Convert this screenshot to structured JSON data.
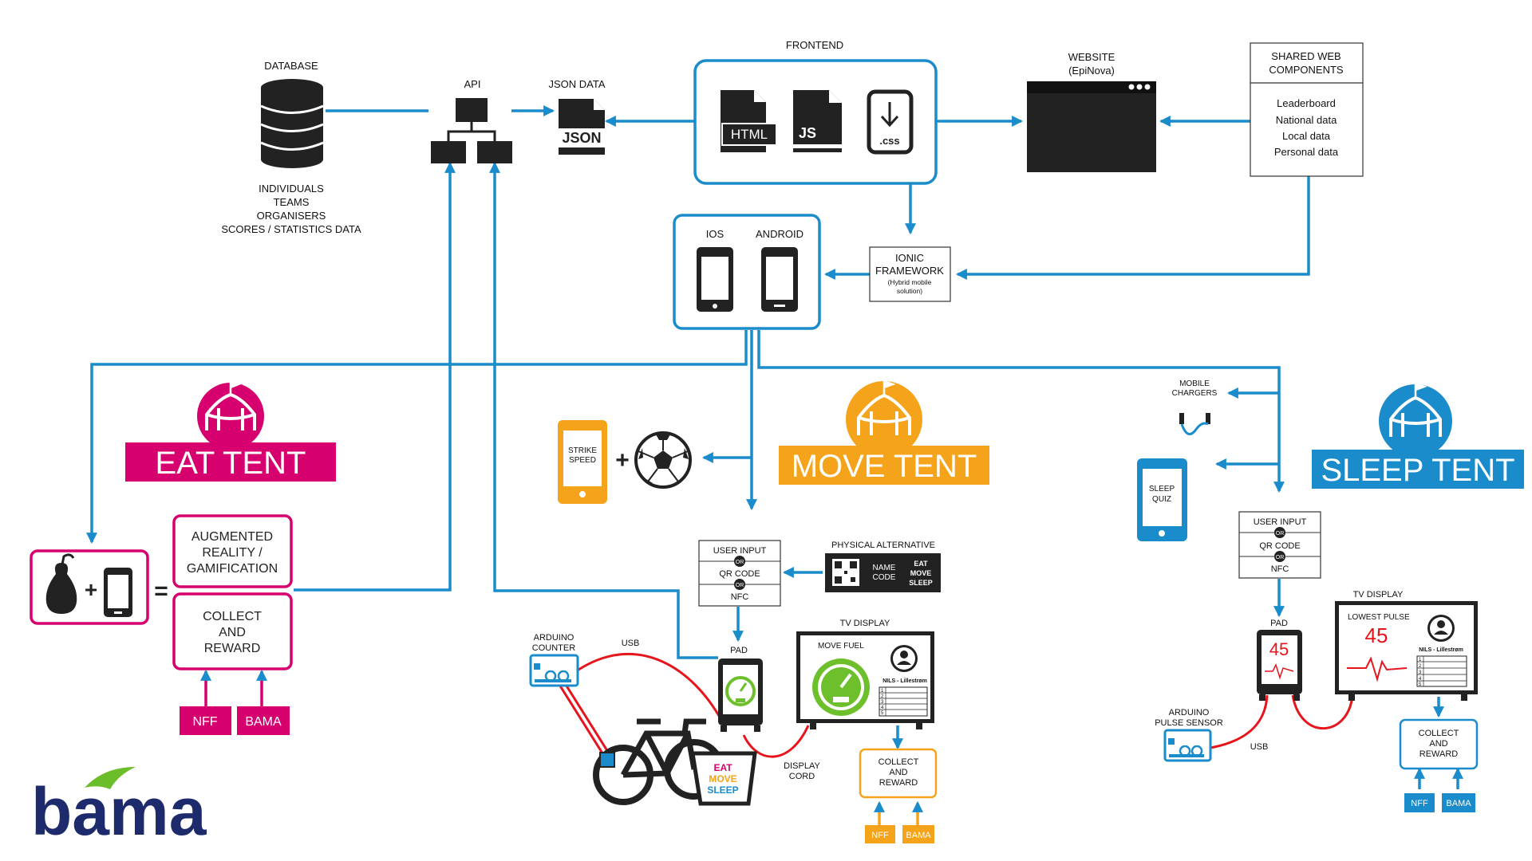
{
  "colors": {
    "blue": "#1a8ccc",
    "magenta": "#d6006f",
    "orange": "#f5a31a",
    "dark": "#222222",
    "red": "#e8141c",
    "green": "#6dc02b",
    "bama_navy": "#1d2a6b",
    "bama_green": "#6cbd2a"
  },
  "header": {
    "database": "DATABASE",
    "database_items": [
      "INDIVIDUALS",
      "TEAMS",
      "ORGANISERS",
      "SCORES / STATISTICS DATA"
    ],
    "api": "API",
    "json_data": "JSON DATA",
    "json_icon": "JSON",
    "frontend": "FRONTEND",
    "html_icon": "HTML",
    "js_icon": "JS",
    "css_icon": ".css",
    "website": "WEBSITE",
    "website_sub": "(EpiNova)",
    "shared_title_1": "SHARED WEB",
    "shared_title_2": "COMPONENTS",
    "shared_items": [
      "Leaderboard",
      "National data",
      "Local data",
      "Personal data"
    ]
  },
  "mobile": {
    "ios": "IOS",
    "android": "ANDROID",
    "ionic_1": "IONIC",
    "ionic_2": "FRAMEWORK",
    "ionic_3": "(Hybrid mobile",
    "ionic_4": "solution)"
  },
  "eat": {
    "title": "EAT TENT",
    "plus": "+",
    "equals": "=",
    "ar_1": "AUGMENTED",
    "ar_2": "REALITY /",
    "ar_3": "GAMIFICATION",
    "collect_1": "COLLECT",
    "collect_2": "AND",
    "collect_3": "REWARD",
    "nff": "NFF",
    "bama": "BAMA"
  },
  "move": {
    "title": "MOVE TENT",
    "strike_1": "STRIKE",
    "strike_2": "SPEED",
    "plus": "+",
    "user_input": "USER INPUT",
    "or": "OR",
    "qr_code": "QR CODE",
    "nfc": "NFC",
    "physical": "PHYSICAL ALTERNATIVE",
    "name_1": "NAME",
    "name_2": "CODE",
    "logo_1": "EAT",
    "logo_2": "MOVE",
    "logo_3": "SLEEP",
    "arduino_1": "ARDUINO",
    "arduino_2": "COUNTER",
    "usb": "USB",
    "pad": "PAD",
    "tv_label": "TV DISPLAY",
    "move_fuel": "MOVE FUEL",
    "nils": "NILS - Lillestrøm",
    "list": [
      "1",
      "2",
      "3",
      "4",
      "5"
    ],
    "display_1": "DISPLAY",
    "display_2": "CORD",
    "collect_1": "COLLECT",
    "collect_2": "AND",
    "collect_3": "REWARD",
    "nff": "NFF",
    "bama": "BAMA"
  },
  "sleep": {
    "title": "SLEEP TENT",
    "chargers_1": "MOBILE",
    "chargers_2": "CHARGERS",
    "quiz_1": "SLEEP",
    "quiz_2": "QUIZ",
    "user_input": "USER INPUT",
    "or": "OR",
    "qr_code": "QR CODE",
    "nfc": "NFC",
    "pad": "PAD",
    "pad_value": "45",
    "tv_label": "TV DISPLAY",
    "lowest": "LOWEST PULSE",
    "lowest_value": "45",
    "nils": "NILS - Lillestrøm",
    "list": [
      "1",
      "2",
      "3",
      "4",
      "5"
    ],
    "arduino_1": "ARDUINO",
    "arduino_2": "PULSE SENSOR",
    "usb": "USB",
    "collect_1": "COLLECT",
    "collect_2": "AND",
    "collect_3": "REWARD",
    "nff": "NFF",
    "bama": "BAMA"
  },
  "logo": {
    "text": "bama"
  }
}
